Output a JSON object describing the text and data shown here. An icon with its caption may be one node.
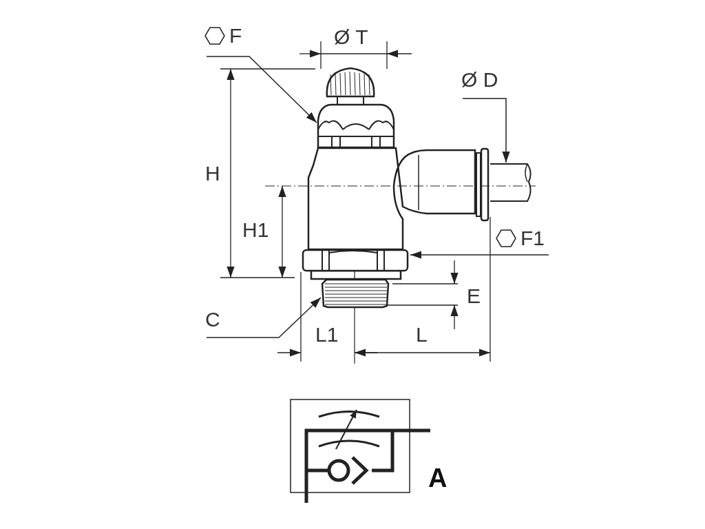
{
  "diagram": {
    "nodes": [
      {
        "text": [
          "F"
        ]
      },
      {
        "text": [],
        "shape": "picture"
      },
      {
        "text": [
          "Ø D"
        ]
      },
      {
        "text": [],
        "shape": "picture"
      },
      {
        "text": [
          "F1"
        ]
      },
      {
        "text": [],
        "shape": "picture"
      },
      {
        "text": [
          "C"
        ]
      },
      {
        "text": [],
        "shape": "picture"
      }
    ],
    "edges": [
      {
        "from": 0,
        "to": 1,
        "arrow": "to"
      },
      {
        "from": 2,
        "to": 3,
        "arrow": "to"
      },
      {
        "from": 4,
        "to": 5,
        "arrow": "to"
      },
      {
        "from": 6,
        "to": 7,
        "arrow": "to"
      }
    ],
    "labels": [
      "Ø T",
      "H",
      "H1",
      "E",
      "L1",
      "L",
      "A"
    ]
  }
}
